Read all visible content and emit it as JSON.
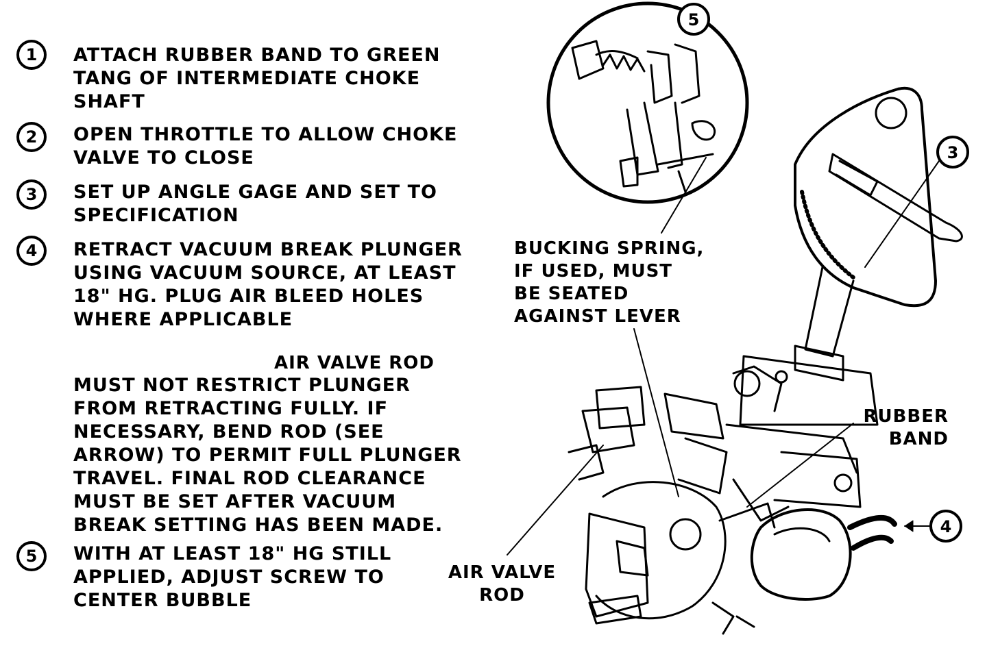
{
  "steps": [
    {
      "num": "1",
      "text": "ATTACH RUBBER BAND TO GREEN\nTANG OF INTERMEDIATE CHOKE\nSHAFT"
    },
    {
      "num": "2",
      "text": "OPEN THROTTLE TO ALLOW CHOKE\nVALVE TO CLOSE"
    },
    {
      "num": "3",
      "text": "SET UP ANGLE GAGE AND SET TO\nSPECIFICATION"
    },
    {
      "num": "4",
      "text": "RETRACT VACUUM BREAK PLUNGER\nUSING VACUUM SOURCE, AT LEAST\n18\" HG. PLUG AIR BLEED HOLES\nWHERE APPLICABLE"
    },
    {
      "num": "5",
      "text": "WITH AT LEAST 18\" HG STILL\nAPPLIED, ADJUST SCREW TO\nCENTER BUBBLE"
    }
  ],
  "note": {
    "heading": "AIR VALVE ROD",
    "body": "MUST NOT RESTRICT PLUNGER\nFROM RETRACTING FULLY. IF\nNECESSARY, BEND ROD (SEE\nARROW) TO PERMIT FULL PLUNGER\nTRAVEL. FINAL ROD CLEARANCE\nMUST BE SET AFTER VACUUM\nBREAK SETTING HAS BEEN MADE."
  },
  "callouts": {
    "bucking_spring": "BUCKING SPRING,\nIF USED, MUST\nBE SEATED\nAGAINST LEVER",
    "rubber_band": "RUBBER\nBAND",
    "air_valve_rod": "AIR VALVE\nROD",
    "marker_3": "3",
    "marker_4": "4",
    "marker_5": "5"
  }
}
